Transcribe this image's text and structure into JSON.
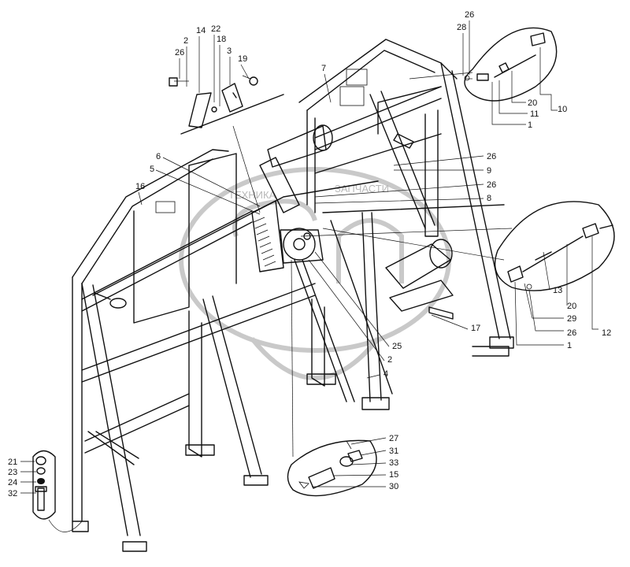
{
  "watermark": {
    "text_left": "ТЕХНИКА",
    "text_right": "ЗАПЧАСТИ"
  },
  "callouts": {
    "c2a": "2",
    "c26a": "26",
    "c14": "14",
    "c22": "22",
    "c18": "18",
    "c3": "3",
    "c19": "19",
    "c26b": "26",
    "c28": "28",
    "c10": "10",
    "c20a": "20",
    "c11": "11",
    "c1a": "1",
    "c7": "7",
    "c6": "6",
    "c5": "5",
    "c16": "16",
    "c26c": "26",
    "c9": "9",
    "c26d": "26",
    "c8": "8",
    "c13": "13",
    "c20b": "20",
    "c29": "29",
    "c26e": "26",
    "c1b": "1",
    "c12": "12",
    "c17": "17",
    "c25": "25",
    "c2b": "2",
    "c4": "4",
    "c27": "27",
    "c31": "31",
    "c33": "33",
    "c15": "15",
    "c30": "30",
    "c21": "21",
    "c23": "23",
    "c24": "24",
    "c32": "32"
  }
}
